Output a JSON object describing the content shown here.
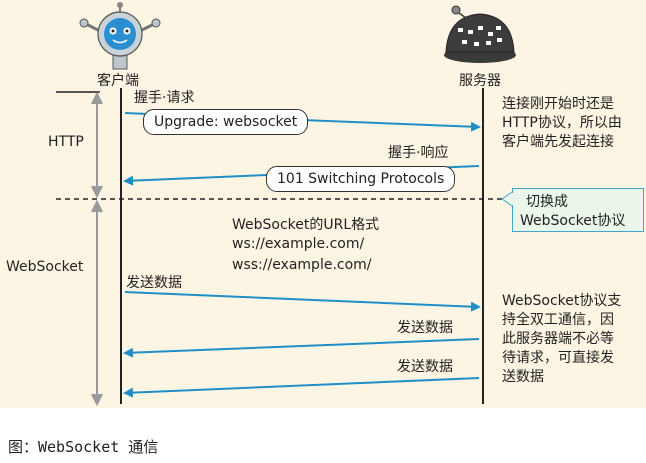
{
  "actors": {
    "client": {
      "label": "客户端",
      "icon": "robot-icon"
    },
    "server": {
      "label": "服务器",
      "icon": "server-robot-icon"
    }
  },
  "phases": {
    "http": "HTTP",
    "websocket": "WebSocket"
  },
  "messages": {
    "handshake_request": "握手·请求",
    "upgrade": "Upgrade: websocket",
    "handshake_response": "握手·响应",
    "switching": "101 Switching Protocols",
    "send_client": "发送数据",
    "send_server_1": "发送数据",
    "send_server_2": "发送数据"
  },
  "url_format": {
    "title": "WebSocket的URL格式",
    "ws": "ws://example.com/",
    "wss": "wss://example.com/"
  },
  "notes": {
    "http_note": [
      "连接刚开始时还是",
      "HTTP协议，所以由",
      "客户端先发起连接"
    ],
    "switch_note": [
      "切换成",
      "WebSocket协议"
    ],
    "ws_note": [
      "WebSocket协议支",
      "持全双工通信，因",
      "此服务器端不必等",
      "待请求，可直接发",
      "送数据"
    ]
  },
  "colors": {
    "arrow": "#1e8fc6",
    "panel_bg": "#fdf5e4",
    "bracket": "#9a9a9a",
    "callout_bg": "#e9f6e9",
    "callout_border": "#3fa8c9"
  },
  "caption": "图：WebSocket 通信"
}
